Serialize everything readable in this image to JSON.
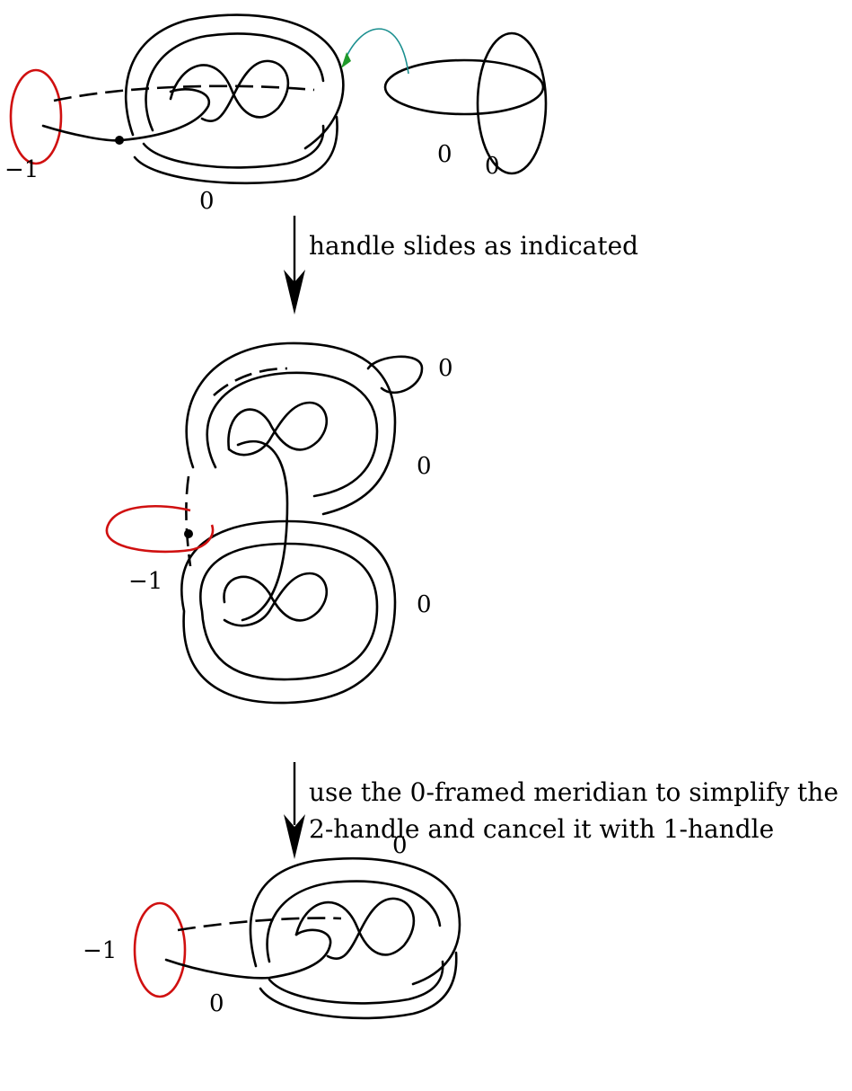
{
  "colors": {
    "knot": "#000000",
    "highlight": "#d01010",
    "slide_arrow": "#1a8f8f",
    "slide_arrowhead": "#1f9a2a"
  },
  "stage1": {
    "label_red": "−1",
    "label_main": "0",
    "label_hopf_a": "0",
    "label_hopf_b": "0"
  },
  "step1": {
    "caption": "handle slides as indicated"
  },
  "stage2": {
    "label_small_loop": "0",
    "label_upper": "0",
    "label_lower": "0",
    "label_red": "−1"
  },
  "step2": {
    "caption_line1": "use the 0-framed meridian to simplify the",
    "caption_line2": "2-handle and cancel it with 1-handle"
  },
  "stage3": {
    "label_top": "0",
    "label_red": "−1",
    "label_small": "0"
  }
}
